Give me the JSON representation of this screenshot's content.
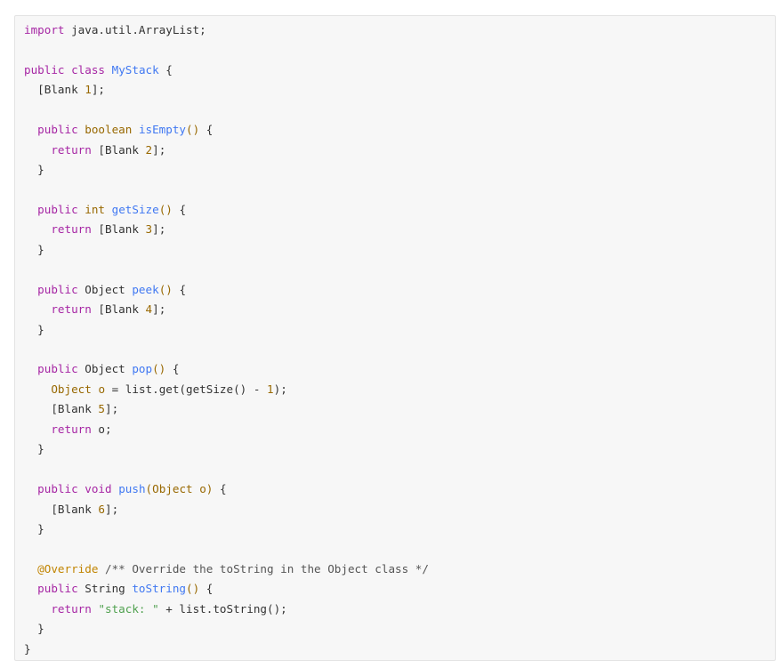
{
  "code": {
    "language": "java",
    "lines": [
      [
        {
          "t": "import",
          "c": "kw"
        },
        {
          "t": " java.util.ArrayList;",
          "c": "plain"
        }
      ],
      [],
      [
        {
          "t": "public",
          "c": "kw"
        },
        {
          "t": " ",
          "c": "plain"
        },
        {
          "t": "class",
          "c": "kw"
        },
        {
          "t": " ",
          "c": "plain"
        },
        {
          "t": "MyStack",
          "c": "title"
        },
        {
          "t": " {",
          "c": "plain"
        }
      ],
      [
        {
          "t": "  [Blank ",
          "c": "plain"
        },
        {
          "t": "1",
          "c": "num"
        },
        {
          "t": "];",
          "c": "plain"
        }
      ],
      [],
      [
        {
          "t": "  ",
          "c": "plain"
        },
        {
          "t": "public",
          "c": "kw"
        },
        {
          "t": " ",
          "c": "plain"
        },
        {
          "t": "boolean",
          "c": "type"
        },
        {
          "t": " ",
          "c": "plain"
        },
        {
          "t": "isEmpty",
          "c": "title"
        },
        {
          "t": "()",
          "c": "type"
        },
        {
          "t": " {",
          "c": "plain"
        }
      ],
      [
        {
          "t": "    ",
          "c": "plain"
        },
        {
          "t": "return",
          "c": "kw"
        },
        {
          "t": " [Blank ",
          "c": "plain"
        },
        {
          "t": "2",
          "c": "num"
        },
        {
          "t": "];",
          "c": "plain"
        }
      ],
      [
        {
          "t": "  }",
          "c": "plain"
        }
      ],
      [],
      [
        {
          "t": "  ",
          "c": "plain"
        },
        {
          "t": "public",
          "c": "kw"
        },
        {
          "t": " ",
          "c": "plain"
        },
        {
          "t": "int",
          "c": "type"
        },
        {
          "t": " ",
          "c": "plain"
        },
        {
          "t": "getSize",
          "c": "title"
        },
        {
          "t": "()",
          "c": "type"
        },
        {
          "t": " {",
          "c": "plain"
        }
      ],
      [
        {
          "t": "    ",
          "c": "plain"
        },
        {
          "t": "return",
          "c": "kw"
        },
        {
          "t": " [Blank ",
          "c": "plain"
        },
        {
          "t": "3",
          "c": "num"
        },
        {
          "t": "];",
          "c": "plain"
        }
      ],
      [
        {
          "t": "  }",
          "c": "plain"
        }
      ],
      [],
      [
        {
          "t": "  ",
          "c": "plain"
        },
        {
          "t": "public",
          "c": "kw"
        },
        {
          "t": " Object ",
          "c": "plain"
        },
        {
          "t": "peek",
          "c": "title"
        },
        {
          "t": "()",
          "c": "type"
        },
        {
          "t": " {",
          "c": "plain"
        }
      ],
      [
        {
          "t": "    ",
          "c": "plain"
        },
        {
          "t": "return",
          "c": "kw"
        },
        {
          "t": " [Blank ",
          "c": "plain"
        },
        {
          "t": "4",
          "c": "num"
        },
        {
          "t": "];",
          "c": "plain"
        }
      ],
      [
        {
          "t": "  }",
          "c": "plain"
        }
      ],
      [],
      [
        {
          "t": "  ",
          "c": "plain"
        },
        {
          "t": "public",
          "c": "kw"
        },
        {
          "t": " Object ",
          "c": "plain"
        },
        {
          "t": "pop",
          "c": "title"
        },
        {
          "t": "()",
          "c": "type"
        },
        {
          "t": " {",
          "c": "plain"
        }
      ],
      [
        {
          "t": "    ",
          "c": "plain"
        },
        {
          "t": "Object",
          "c": "type"
        },
        {
          "t": " ",
          "c": "plain"
        },
        {
          "t": "o",
          "c": "type"
        },
        {
          "t": " = list.get(getSize() - ",
          "c": "plain"
        },
        {
          "t": "1",
          "c": "num"
        },
        {
          "t": ");",
          "c": "plain"
        }
      ],
      [
        {
          "t": "    [Blank ",
          "c": "plain"
        },
        {
          "t": "5",
          "c": "num"
        },
        {
          "t": "];",
          "c": "plain"
        }
      ],
      [
        {
          "t": "    ",
          "c": "plain"
        },
        {
          "t": "return",
          "c": "kw"
        },
        {
          "t": " o;",
          "c": "plain"
        }
      ],
      [
        {
          "t": "  }",
          "c": "plain"
        }
      ],
      [],
      [
        {
          "t": "  ",
          "c": "plain"
        },
        {
          "t": "public",
          "c": "kw"
        },
        {
          "t": " ",
          "c": "plain"
        },
        {
          "t": "void",
          "c": "kw"
        },
        {
          "t": " ",
          "c": "plain"
        },
        {
          "t": "push",
          "c": "title"
        },
        {
          "t": "(Object o)",
          "c": "type"
        },
        {
          "t": " {",
          "c": "plain"
        }
      ],
      [
        {
          "t": "    [Blank ",
          "c": "plain"
        },
        {
          "t": "6",
          "c": "num"
        },
        {
          "t": "];",
          "c": "plain"
        }
      ],
      [
        {
          "t": "  }",
          "c": "plain"
        }
      ],
      [],
      [
        {
          "t": "  ",
          "c": "plain"
        },
        {
          "t": "@Override",
          "c": "anno"
        },
        {
          "t": " ",
          "c": "plain"
        },
        {
          "t": "/** Override the toString in the Object class */",
          "c": "cmt"
        }
      ],
      [
        {
          "t": "  ",
          "c": "plain"
        },
        {
          "t": "public",
          "c": "kw"
        },
        {
          "t": " String ",
          "c": "plain"
        },
        {
          "t": "toString",
          "c": "title"
        },
        {
          "t": "()",
          "c": "type"
        },
        {
          "t": " {",
          "c": "plain"
        }
      ],
      [
        {
          "t": "    ",
          "c": "plain"
        },
        {
          "t": "return",
          "c": "kw"
        },
        {
          "t": " ",
          "c": "plain"
        },
        {
          "t": "\"stack: \"",
          "c": "str"
        },
        {
          "t": " + list.toString();",
          "c": "plain"
        }
      ],
      [
        {
          "t": "  }",
          "c": "plain"
        }
      ],
      [
        {
          "t": "}",
          "c": "plain"
        }
      ]
    ]
  },
  "colors": {
    "keyword": "#a626a4",
    "title": "#4078f2",
    "type": "#986801",
    "number": "#986801",
    "string": "#50a14f",
    "annotation": "#c18401",
    "comment": "#555555",
    "text": "#333333",
    "background": "#f7f7f7",
    "border": "#e3e3e3"
  }
}
